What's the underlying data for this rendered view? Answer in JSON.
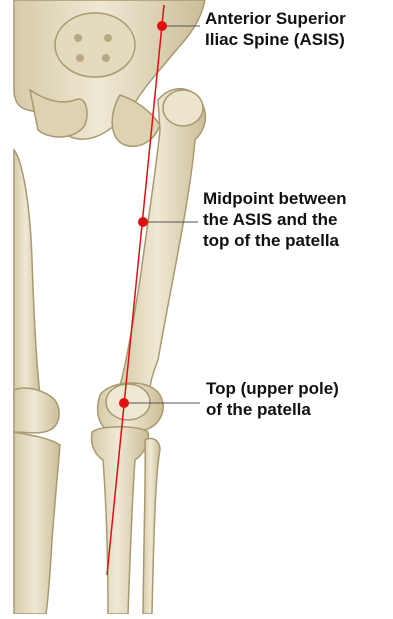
{
  "diagram": {
    "colors": {
      "bone_fill": "#e8dfc6",
      "bone_shade": "#cfc2a0",
      "bone_outline": "#a8996f",
      "reference_line": "#e01010",
      "landmark_dot": "#e01010",
      "leader_line": "#555555",
      "label_text": "#111111"
    },
    "labels": {
      "asis": {
        "line1": "Anterior Superior",
        "line2": "Iliac Spine (ASIS)"
      },
      "midpoint": {
        "line1": "Midpoint between",
        "line2": "the ASIS and the",
        "line3": "top of the patella"
      },
      "patella_top": {
        "line1": "Top (upper pole)",
        "line2": "of the patella"
      }
    }
  }
}
